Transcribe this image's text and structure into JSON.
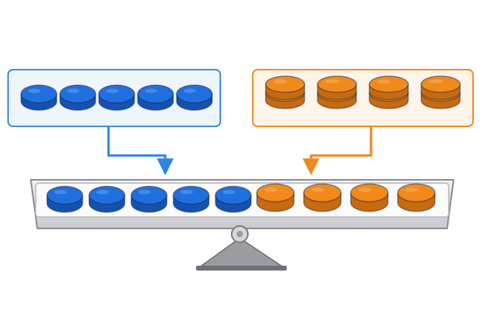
{
  "colors": {
    "blue": "#1f6fe0",
    "blue_dark": "#1552b0",
    "blue_frame": "#4a90d9",
    "blue_frame_fill": "#eef5fc",
    "orange": "#f08a1c",
    "orange_dark": "#c86a0e",
    "orange_frame": "#f0922e",
    "orange_frame_fill": "#fef4ea",
    "beam": "#dcdde0",
    "beam_edge": "#8e9096",
    "fulcrum": "#9a9ca2",
    "fulcrum_dark": "#6e7076"
  },
  "icons": {
    "left_group": "blue-disc-icon",
    "right_group": "orange-stacked-coin-icon",
    "arrow": "bent-arrow-down-icon",
    "pivot": "pivot-pin-icon"
  },
  "left_group": {
    "count": 5,
    "kind": "single disc",
    "color": "blue"
  },
  "right_group": {
    "count": 4,
    "kind": "double stack",
    "color": "orange"
  },
  "beam": {
    "blue_count": 5,
    "orange_count": 4,
    "balanced": true
  }
}
